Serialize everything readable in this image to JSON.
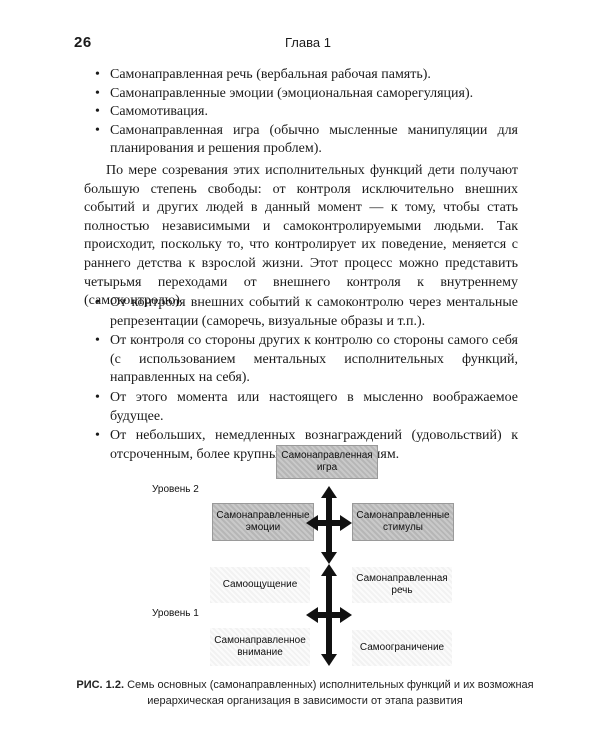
{
  "header": {
    "page_number": "26",
    "chapter": "Глава 1"
  },
  "list_top": [
    "Самонаправленная речь (вербальная рабочая память).",
    "Самонаправленные эмоции (эмоциональная саморегуляция).",
    "Самомотивация.",
    "Самонаправленная игра (обычно мысленные манипуляции для планирования и решения проблем)."
  ],
  "paragraph": "По мере созревания этих исполнительных функций дети получают большую степень свободы: от контроля исключительно внешних событий и других людей в данный момент — к тому, чтобы стать полностью независимыми и самоконтролируемыми людьми. Так происходит, поскольку то, что контролирует их поведение, меняется с раннего детства к взрослой жизни. Этот процесс можно представить четырьмя переходами от внешнего контроля к внутреннему (самоконтролю).",
  "list_bottom": [
    "От контроля внешних событий к самоконтролю через ментальные репрезентации (саморечь, визуальные образы и т.п.).",
    "От контроля со стороны других к контролю со стороны самого себя (с использованием ментальных исполнительных функций, направленных на себя).",
    "От этого момента или настоящего в мысленно воображаемое будущее.",
    "От небольших, немедленных вознаграждений (удовольствий) к отсроченным, более крупным вознаграждениям."
  ],
  "bullet": "•",
  "figure": {
    "level2": "Уровень 2",
    "level1": "Уровень 1",
    "box_play": "Самонаправленная игра",
    "box_emotions": "Самонаправленные эмоции",
    "box_stimuli": "Самонаправленные стимулы",
    "box_sensation": "Самоощущение",
    "box_speech": "Самонаправленная речь",
    "box_attention": "Самонаправленное внимание",
    "box_restraint": "Самоограничение"
  },
  "caption": {
    "label": "РИС. 1.2.",
    "text": "Семь основных (самонаправленных) исполнительных функций и их возможная иерархическая организация в зависимости от этапа развития"
  }
}
